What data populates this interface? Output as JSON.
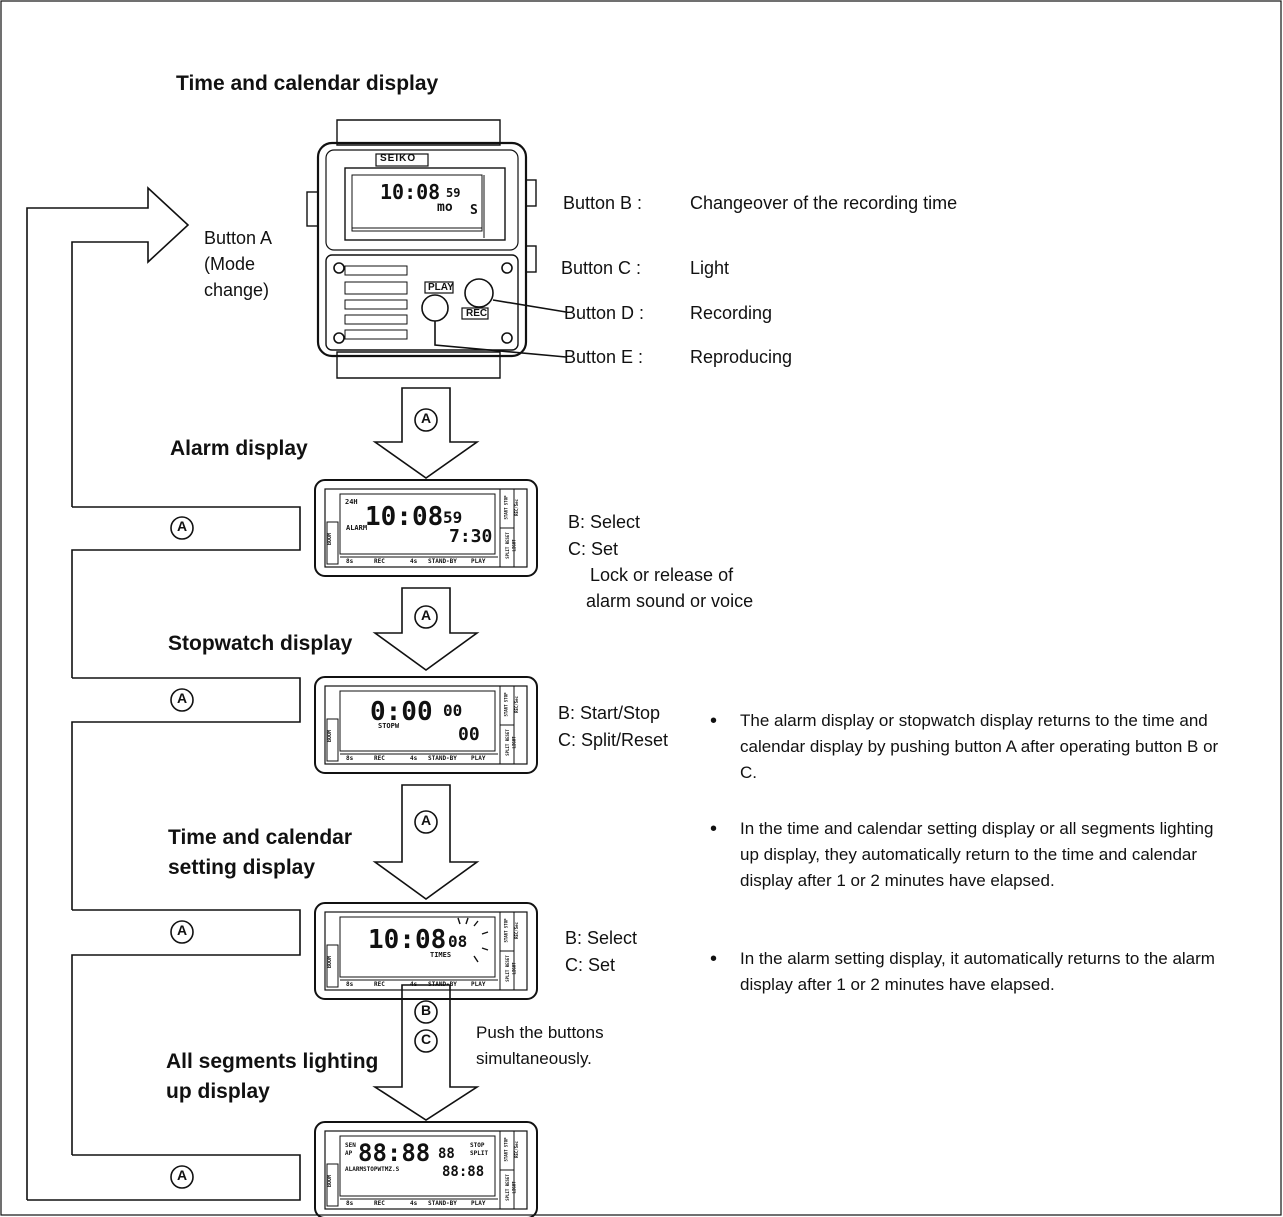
{
  "headings": {
    "time_calendar": "Time and calendar display",
    "alarm": "Alarm display",
    "stopwatch": "Stopwatch display",
    "setting_line1": "Time and calendar",
    "setting_line2": "setting display",
    "segments_line1": "All segments lighting",
    "segments_line2": "up display"
  },
  "button_a": {
    "line1": "Button A",
    "line2": "(Mode",
    "line3": "change)"
  },
  "buttons": [
    {
      "name": "Button B :",
      "function": "Changeover of the recording time"
    },
    {
      "name": "Button C :",
      "function": "Light"
    },
    {
      "name": "Button D :",
      "function": "Recording"
    },
    {
      "name": "Button E :",
      "function": "Reproducing"
    }
  ],
  "watch": {
    "brand": "SEIKO",
    "play_label": "PLAY",
    "rec_label": "REC"
  },
  "circled": {
    "a": "A",
    "b": "B",
    "c": "C"
  },
  "alarm_ops": {
    "b": "B: Select",
    "c": "C: Set",
    "note_line1": "Lock or release of",
    "note_line2": "alarm sound or voice"
  },
  "stopwatch_ops": {
    "b": "B: Start/Stop",
    "c": "C: Split/Reset"
  },
  "setting_ops": {
    "b": "B: Select",
    "c": "C: Set"
  },
  "push_note": {
    "line1": "Push the buttons",
    "line2": "simultaneously."
  },
  "lcd": {
    "time_main": "10:08",
    "time_sec": "59",
    "time_day": "mo",
    "time_s": "S",
    "alarm_main": "10:08",
    "alarm_sec": "59",
    "alarm_set": "7:30",
    "alarm_word": "ALARM",
    "alarm_24": "24H",
    "stop_main": "0:00",
    "stop_frac": "00",
    "stop_right": "00",
    "stop_word": "STOPW",
    "set_main": "10:08",
    "set_sec": "08",
    "set_word": "TIMES",
    "seg_main": "88:88",
    "seg_sec": "88",
    "seg_right": "88:88",
    "seg_top": "STOP",
    "seg_split": "SPLIT",
    "seg_words": "ALARMSTOPWTMZ.S",
    "seg_sen": "SEN",
    "seg_ap": "AP",
    "bottom_bar": [
      "8s",
      "REC",
      "4s",
      "STAND-BY",
      "PLAY"
    ],
    "side_left": "BOOM",
    "side_right": [
      "START STOP",
      "REC/Sec",
      "SPLIT RESET",
      "LIGHT"
    ]
  },
  "bullets": [
    "The alarm display or stopwatch display returns to the time and calendar display by pushing button A after operating button B or C.",
    "In the time and calendar setting display or all segments lighting up display, they automatically return to the time and calendar display after 1 or 2 minutes have elapsed.",
    "In the alarm setting display, it automatically returns to the alarm display after 1 or 2 minutes have elapsed."
  ]
}
